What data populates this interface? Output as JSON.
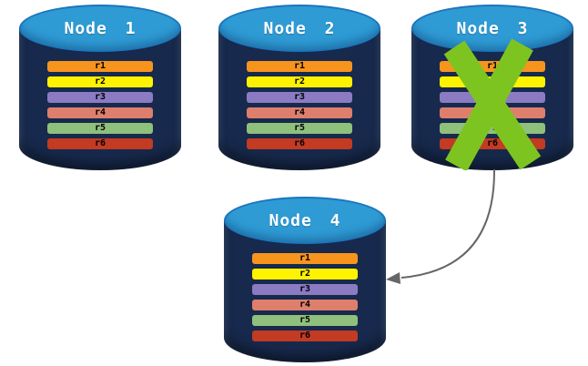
{
  "diagram": {
    "nodes": [
      {
        "title": "Node 1",
        "failed": false
      },
      {
        "title": "Node 2",
        "failed": false
      },
      {
        "title": "Node 3",
        "failed": true
      },
      {
        "title": "Node 4",
        "failed": false
      }
    ],
    "rows": [
      {
        "label": "r1",
        "color": "#F7941E"
      },
      {
        "label": "r2",
        "color": "#FFF200"
      },
      {
        "label": "r3",
        "color": "#8A7BC3"
      },
      {
        "label": "r4",
        "color": "#DD7F6C"
      },
      {
        "label": "r5",
        "color": "#8FC07C"
      },
      {
        "label": "r6",
        "color": "#C23B22"
      }
    ],
    "colors": {
      "cylinder_body": "#17294C",
      "cylinder_top": "#2E9BD5",
      "cylinder_top_border": "#1B75BC",
      "failure_x": "#7EC421",
      "arrow": "#666666"
    }
  }
}
